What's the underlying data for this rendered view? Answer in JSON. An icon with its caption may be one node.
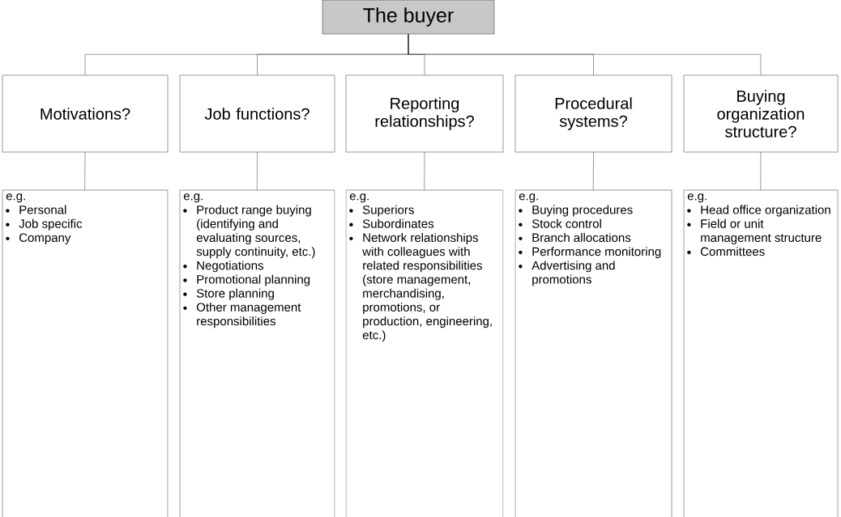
{
  "diagram": {
    "nodes": [
      {
        "text": [
          "The buyer"
        ]
      },
      {
        "text": [
          "Motivations?"
        ]
      },
      {
        "text": [
          "Job functions?"
        ]
      },
      {
        "text": [
          "Reporting relationships?"
        ]
      },
      {
        "text": [
          "Procedural systems?"
        ]
      },
      {
        "text": [
          "Buying organization structure?"
        ]
      },
      {
        "text": [
          "e.g.",
          "Personal",
          "Job specific",
          "Company"
        ]
      },
      {
        "text": [
          "e.g.",
          "Product range buying (identifying and evaluating sources, supply continuity, etc.)",
          "Negotiations",
          "Promotional planning",
          "Store planning",
          "Other management responsibilities"
        ]
      },
      {
        "text": [
          "e.g.",
          "Superiors",
          "Subordinates",
          "Network relationships with colleagues with related responsibilities (store management, merchandising, promotions, or production, engineering, etc.)"
        ]
      },
      {
        "text": [
          "e.g.",
          "Buying procedures",
          "Stock control",
          "Branch allocations",
          "Performance monitoring",
          "Advertising and promotions"
        ]
      },
      {
        "text": [
          "e.g.",
          "Head office organization",
          "Field or unit management structure",
          "Committees"
        ]
      }
    ],
    "edges": [
      {
        "from": 0,
        "to": 1,
        "arrow": "none"
      },
      {
        "from": 0,
        "to": 2,
        "arrow": "none"
      },
      {
        "from": 0,
        "to": 3,
        "arrow": "none"
      },
      {
        "from": 0,
        "to": 4,
        "arrow": "none"
      },
      {
        "from": 0,
        "to": 5,
        "arrow": "none"
      },
      {
        "from": 1,
        "to": 6,
        "arrow": "none"
      },
      {
        "from": 2,
        "to": 7,
        "arrow": "none"
      },
      {
        "from": 3,
        "to": 8,
        "arrow": "none"
      },
      {
        "from": 4,
        "to": 9,
        "arrow": "none"
      },
      {
        "from": 5,
        "to": 10,
        "arrow": "none"
      }
    ]
  }
}
